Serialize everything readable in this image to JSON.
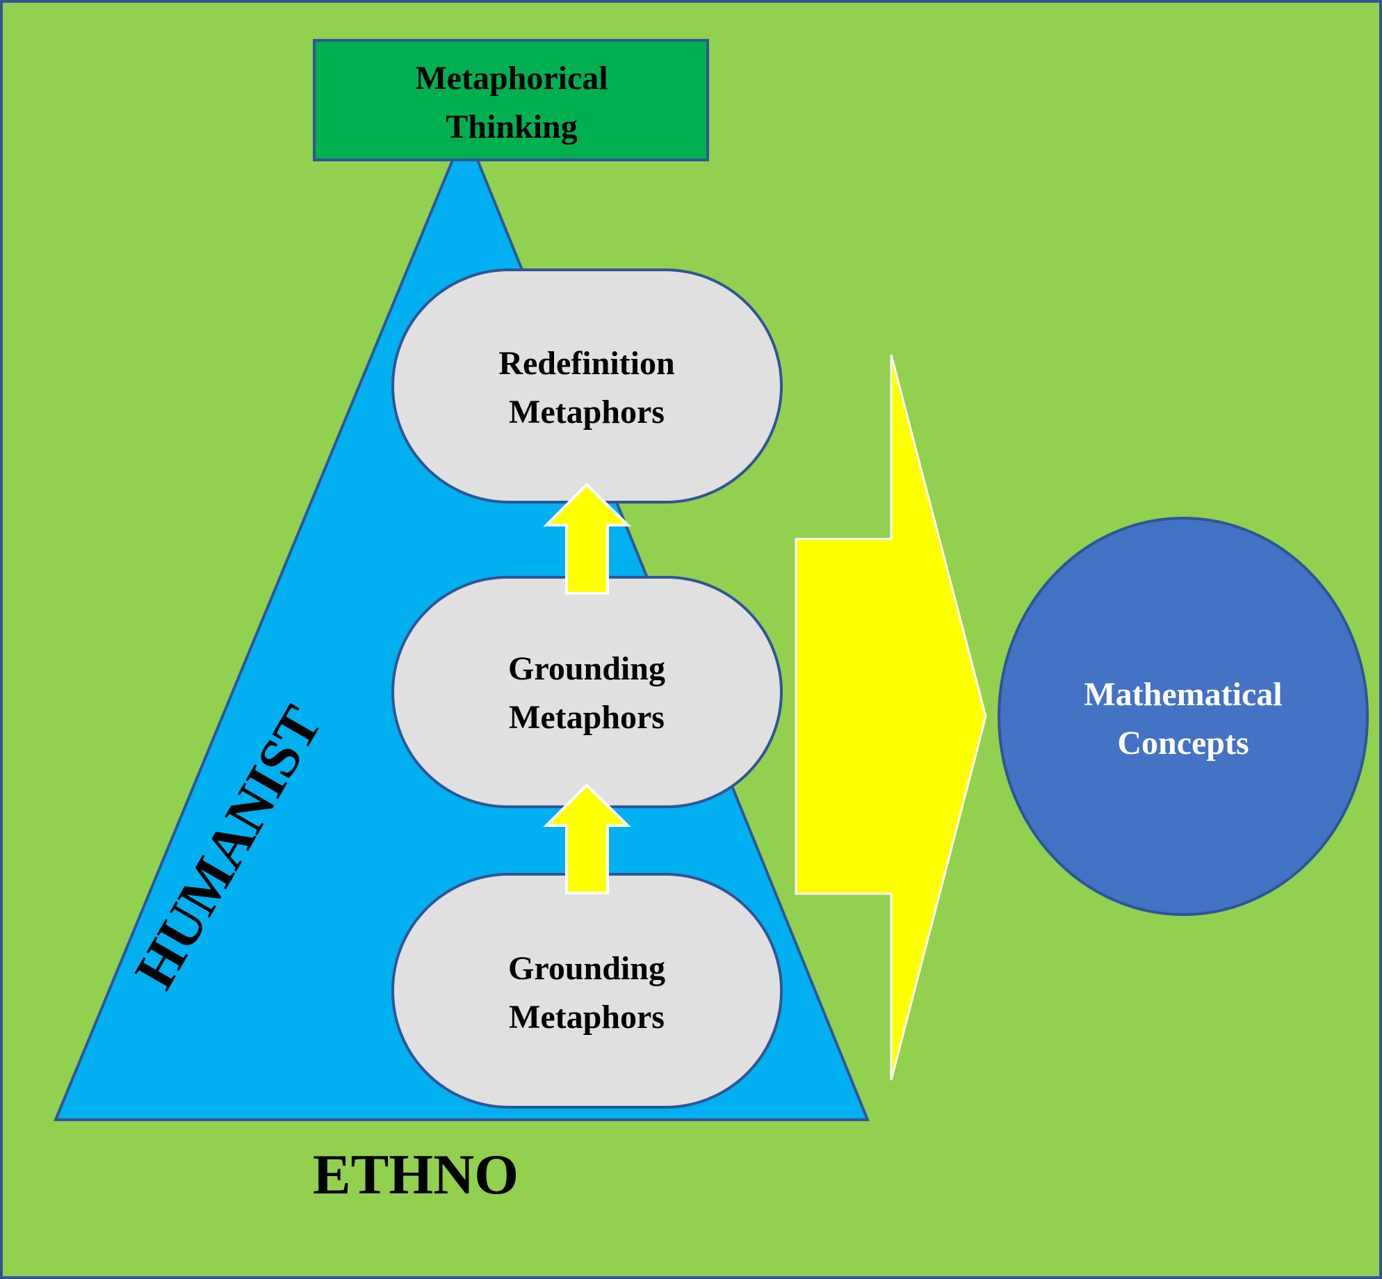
{
  "colors": {
    "background": "#92D050",
    "frame_border": "#2F5597",
    "title_box_fill": "#00B050",
    "triangle_fill": "#00B0F0",
    "pill_fill": "#E0E0E0",
    "arrow_fill": "#FFFF00",
    "circle_fill": "#4472C4",
    "text_dark": "#000000",
    "text_light": "#FFFFFF"
  },
  "top_box": {
    "line1": "Metaphorical",
    "line2": "Thinking"
  },
  "pills": [
    {
      "line1": "Redefinition",
      "line2": "Metaphors"
    },
    {
      "line1": "Grounding",
      "line2": "Metaphors"
    },
    {
      "line1": "Grounding",
      "line2": "Metaphors"
    }
  ],
  "side_label": "HUMANIST",
  "bottom_label": "ETHNO",
  "circle": {
    "line1": "Mathematical",
    "line2": "Concepts"
  },
  "icons": {
    "up_arrows": "up-arrow-icon",
    "big_arrow": "right-arrow-icon"
  }
}
